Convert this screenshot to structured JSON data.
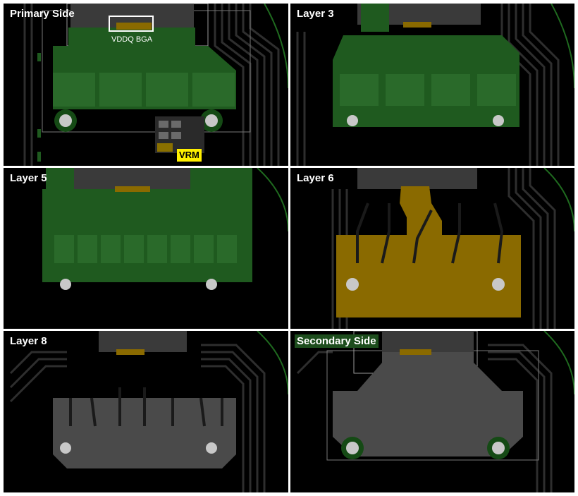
{
  "panels": [
    {
      "id": "primary",
      "label": "Primary Side"
    },
    {
      "id": "layer3",
      "label": "Layer 3"
    },
    {
      "id": "layer5",
      "label": "Layer 5"
    },
    {
      "id": "layer6",
      "label": "Layer 6"
    },
    {
      "id": "layer8",
      "label": "Layer 8"
    },
    {
      "id": "secondary",
      "label": "Secondary Side"
    }
  ],
  "annotations": {
    "vddq": "VDDQ BGA",
    "vrm": "VRM"
  },
  "colors": {
    "background": "#000000",
    "copper_green": "#1f5a1f",
    "copper_green_dark": "#0f3a12",
    "vddq_plane": "#8a6a00",
    "ground_plane": "#4a4a4a",
    "trace": "#2c2c2c",
    "highlight": "#ffef00"
  }
}
